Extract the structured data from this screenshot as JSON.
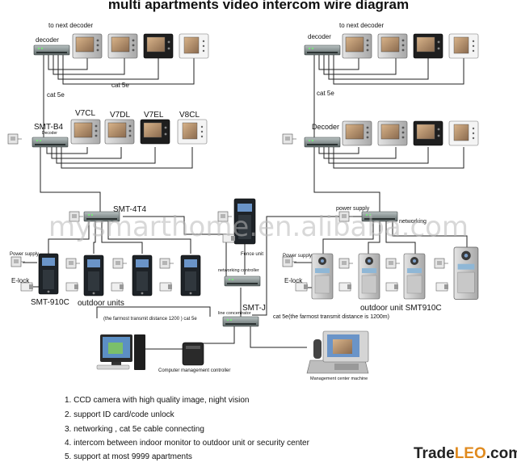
{
  "title": "multi apartments video intercom wire diagram",
  "watermark": "mysmarthome.en.alibaba.com",
  "labels": {
    "to_next_decoder_left": "to next decoder",
    "to_next_decoder_right": "to next decoder",
    "decoder_left": "decoder",
    "decoder_right": "decoder",
    "decoder_right_mid": "Decoder",
    "decoder_small": "Decoder",
    "cat5e_top": "cat 5e",
    "cat5e_left": "cat 5e",
    "cat5e_right": "cat 5e",
    "v7cl": "V7CL",
    "v7dl": "V7DL",
    "v7el": "V7EL",
    "v8cl": "V8CL",
    "smt_b4": "SMT-B4",
    "smt_4t4": "SMT-4T4",
    "fence_unit": "Fence unit",
    "power_supply_left": "Power supply",
    "power_supply_right": "power supply",
    "power_supply_right2": "Power supply",
    "networking_right": "networking",
    "e_lock_left": "E-lock",
    "e_lock_right": "E-lock",
    "smt_910c": "SMT-910C",
    "outdoor_units": "outdoor units",
    "networking_controller": "networking controller",
    "smt_j": "SMT-J",
    "line_concentrator": "line concentrator",
    "farthest_left": "(the farmost transmit distance  1200 ) cat 5e",
    "farthest_right": "cat 5e(the farmost transmit distance is 1200m)",
    "outdoor_unit_right": "outdoor unit SMT910C",
    "computer_controller": "Computer  management controller",
    "management_center": "Management center machine"
  },
  "features": [
    "1. CCD camera with high quality image, night vision",
    "2. support ID card/code unlock",
    "3. networking ,  cat 5e cable connecting",
    "4. intercom between indoor monitor to outdoor unit or security center",
    "5. support at most 9999 apartments"
  ],
  "brand": {
    "part1": "Trade",
    "part2": "LEO",
    "part3": ".com"
  },
  "colors": {
    "accent": "#e08a1e",
    "switch": "#7f8a8a",
    "screen": "#6a94c8",
    "panel": "#1d2227"
  },
  "icons": [
    "decoder-icon",
    "indoor-monitor-icon",
    "outdoor-unit-icon",
    "power-supply-icon",
    "e-lock-icon",
    "computer-icon",
    "management-machine-icon"
  ]
}
